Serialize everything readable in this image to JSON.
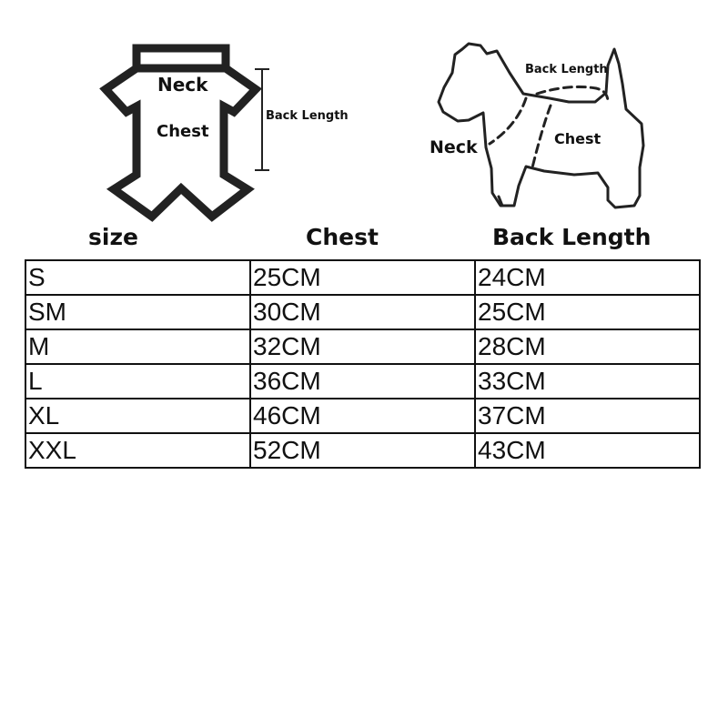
{
  "garment_diagram": {
    "neck_label": "Neck",
    "chest_label": "Chest",
    "back_length_label": "Back Length"
  },
  "dog_diagram": {
    "neck_label": "Neck",
    "chest_label": "Chest",
    "back_length_label": "Back Length"
  },
  "table": {
    "headers": [
      "size",
      "Chest",
      "Back Length"
    ],
    "rows": [
      [
        "S",
        "25CM",
        "24CM"
      ],
      [
        "SM",
        "30CM",
        "25CM"
      ],
      [
        "M",
        "32CM",
        "28CM"
      ],
      [
        "L",
        "36CM",
        "33CM"
      ],
      [
        "XL",
        "46CM",
        "37CM"
      ],
      [
        "XXL",
        "52CM",
        "43CM"
      ]
    ]
  }
}
